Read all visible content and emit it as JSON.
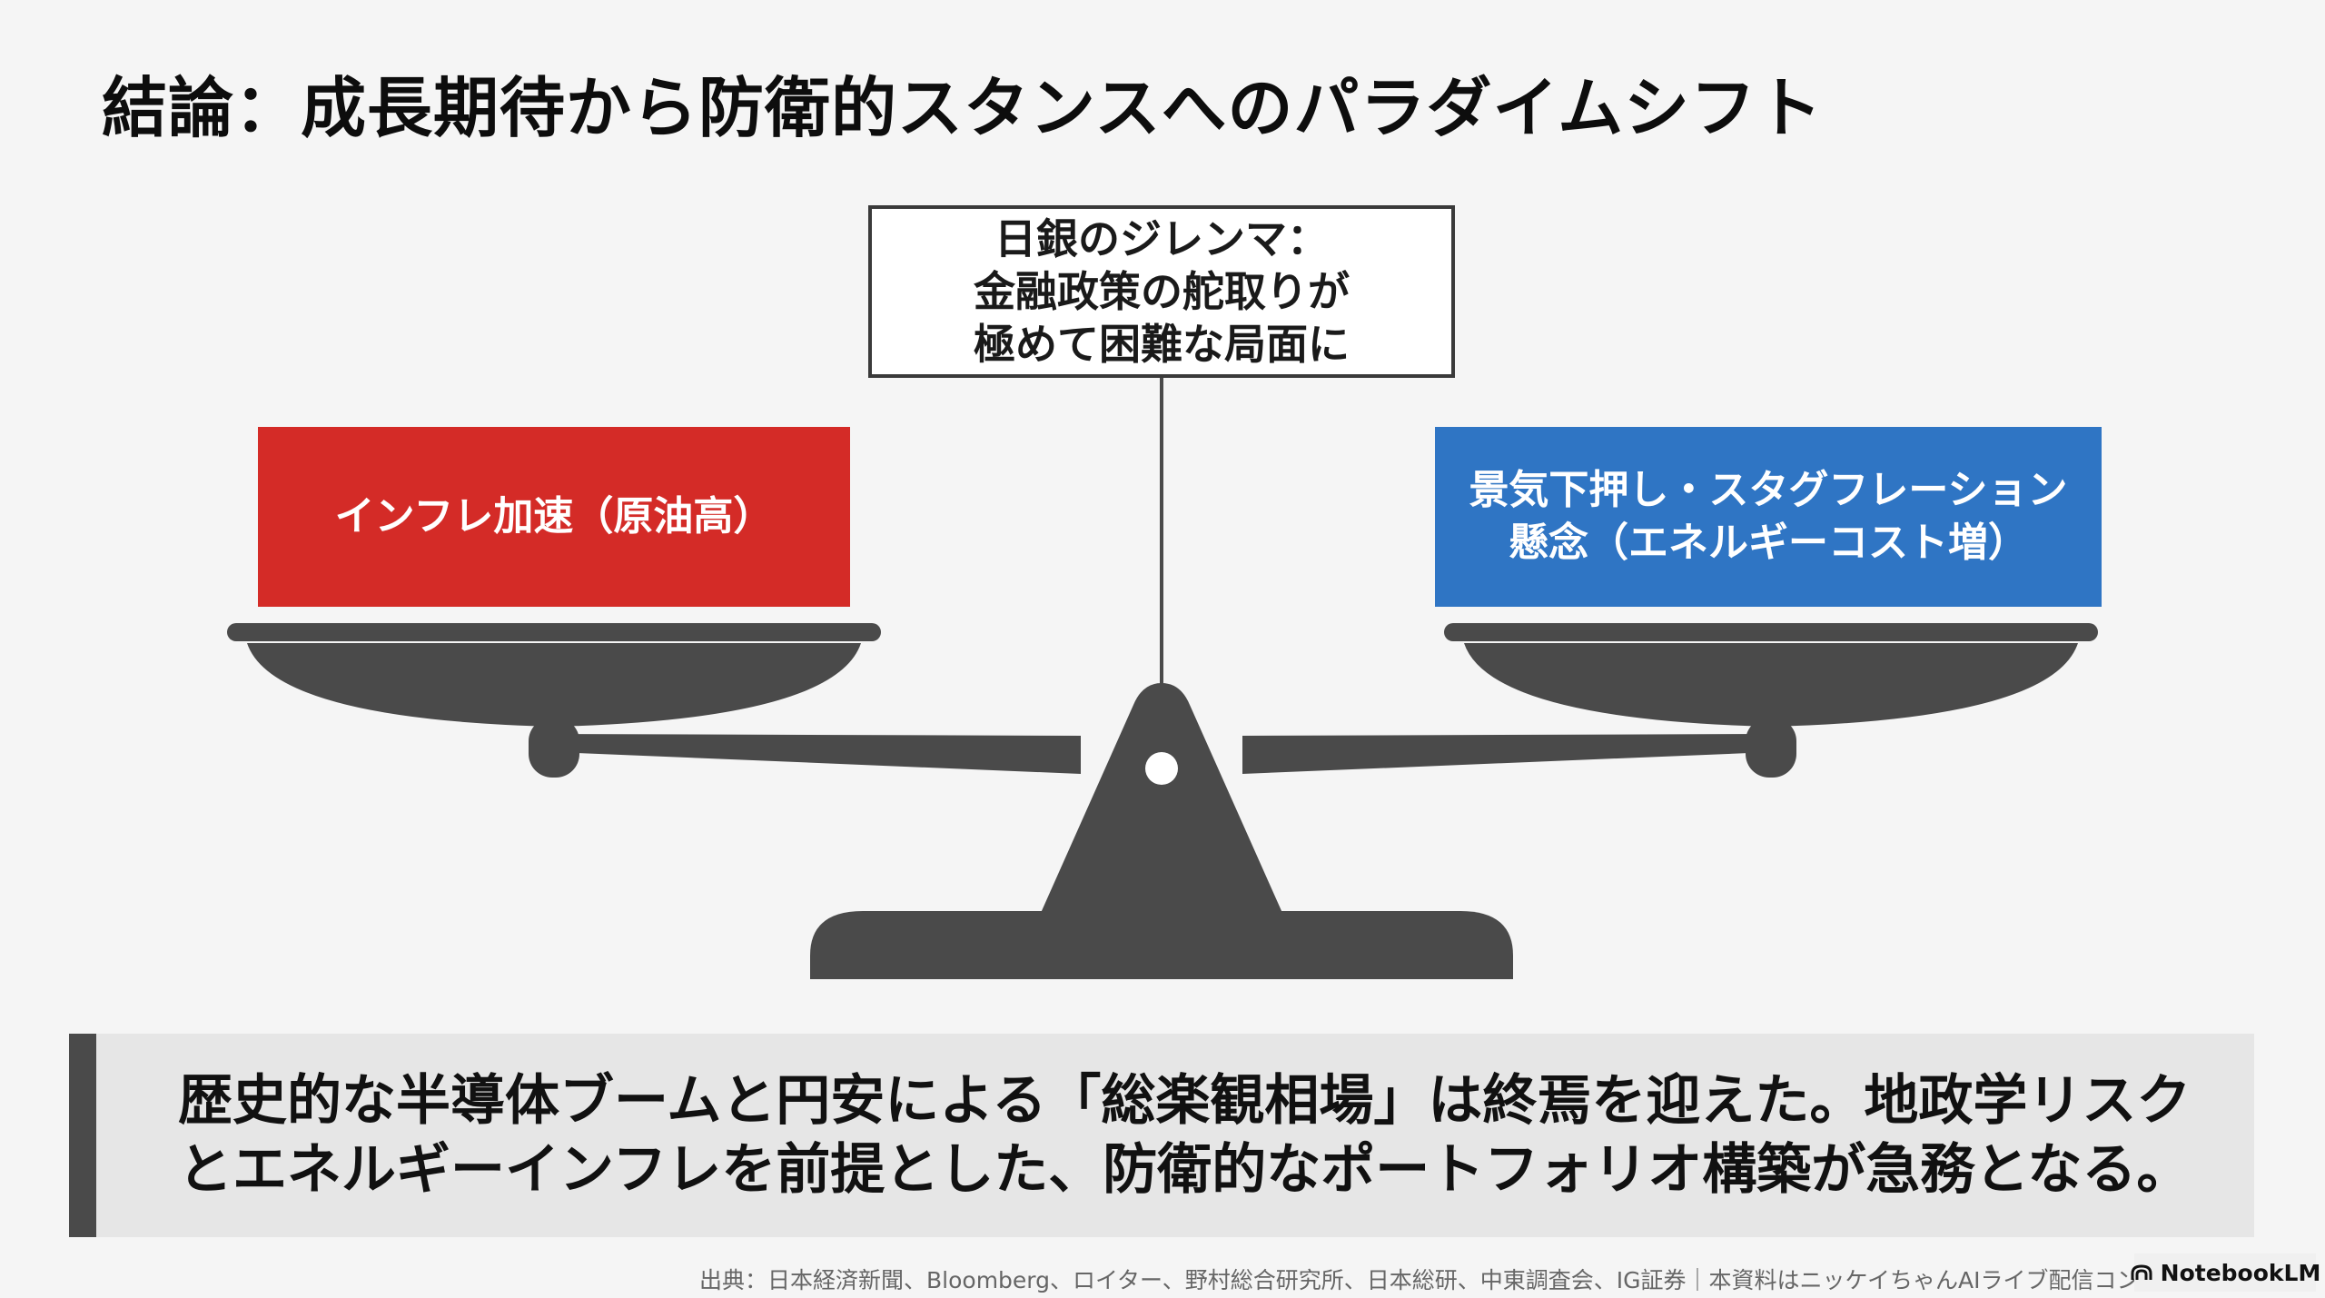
{
  "title": "結論：成長期待から防衛的スタンスへのパラダイムシフト",
  "center_box": {
    "lines": [
      "日銀のジレンマ：",
      "金融政策の舵取りが",
      "極めて困難な局面に"
    ]
  },
  "left_weight": {
    "label": "インフレ加速（原油高）",
    "color": "#d42b27"
  },
  "right_weight": {
    "lines": [
      "景気下押し・スタグフレーション",
      "懸念（エネルギーコスト増）"
    ],
    "color": "#2f75c4"
  },
  "conclusion": {
    "lines": [
      "歴史的な半導体ブームと円安による「総楽観相場」は終焉を迎えた。地政学リスク",
      "とエネルギーインフレを前提とした、防衛的なポートフォリオ構築が急務となる。"
    ]
  },
  "source_text": "出典：日本経済新聞、Bloomberg、ロイター、野村総合研究所、日本総研、中東調査会、IG証券｜本資料はニッケイちゃんAIライブ配信コンテ",
  "badge": {
    "label": "NotebookLM",
    "icon": "notebooklm-logo-icon"
  },
  "colors": {
    "scale": "#4a4a4a",
    "background": "#f5f5f5"
  }
}
